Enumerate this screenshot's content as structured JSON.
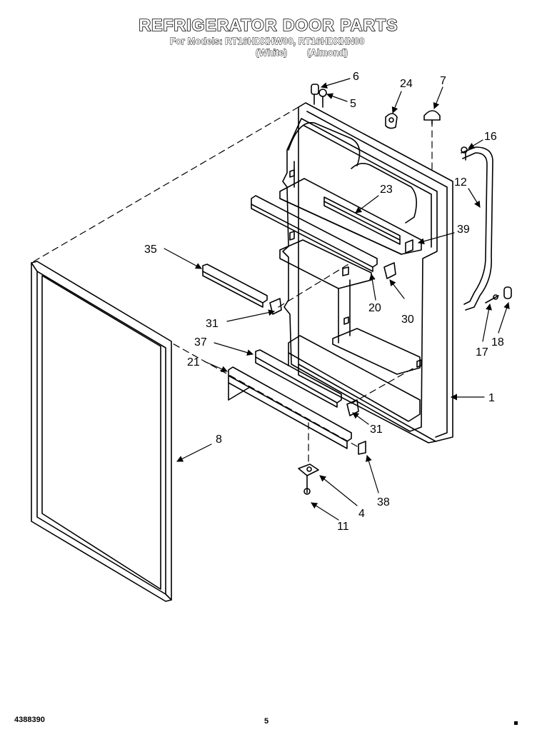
{
  "header": {
    "title": "REFRIGERATOR DOOR PARTS",
    "models_line": "For Models: RT16HDXHW00, RT16HDXHN00",
    "variant_white": "(White)",
    "variant_almond": "(Almond)"
  },
  "callouts": [
    {
      "id": "6",
      "label": "6"
    },
    {
      "id": "5",
      "label": "5"
    },
    {
      "id": "24",
      "label": "24"
    },
    {
      "id": "7",
      "label": "7"
    },
    {
      "id": "16",
      "label": "16"
    },
    {
      "id": "12",
      "label": "12"
    },
    {
      "id": "23",
      "label": "23"
    },
    {
      "id": "39",
      "label": "39"
    },
    {
      "id": "35",
      "label": "35"
    },
    {
      "id": "20",
      "label": "20"
    },
    {
      "id": "30",
      "label": "30"
    },
    {
      "id": "31a",
      "label": "31"
    },
    {
      "id": "17",
      "label": "17"
    },
    {
      "id": "18",
      "label": "18"
    },
    {
      "id": "37",
      "label": "37"
    },
    {
      "id": "21",
      "label": "21"
    },
    {
      "id": "1",
      "label": "1"
    },
    {
      "id": "31b",
      "label": "31"
    },
    {
      "id": "8",
      "label": "8"
    },
    {
      "id": "38",
      "label": "38"
    },
    {
      "id": "4",
      "label": "4"
    },
    {
      "id": "11",
      "label": "11"
    }
  ],
  "footer": {
    "doc_number": "4388390",
    "page_number": "5"
  }
}
